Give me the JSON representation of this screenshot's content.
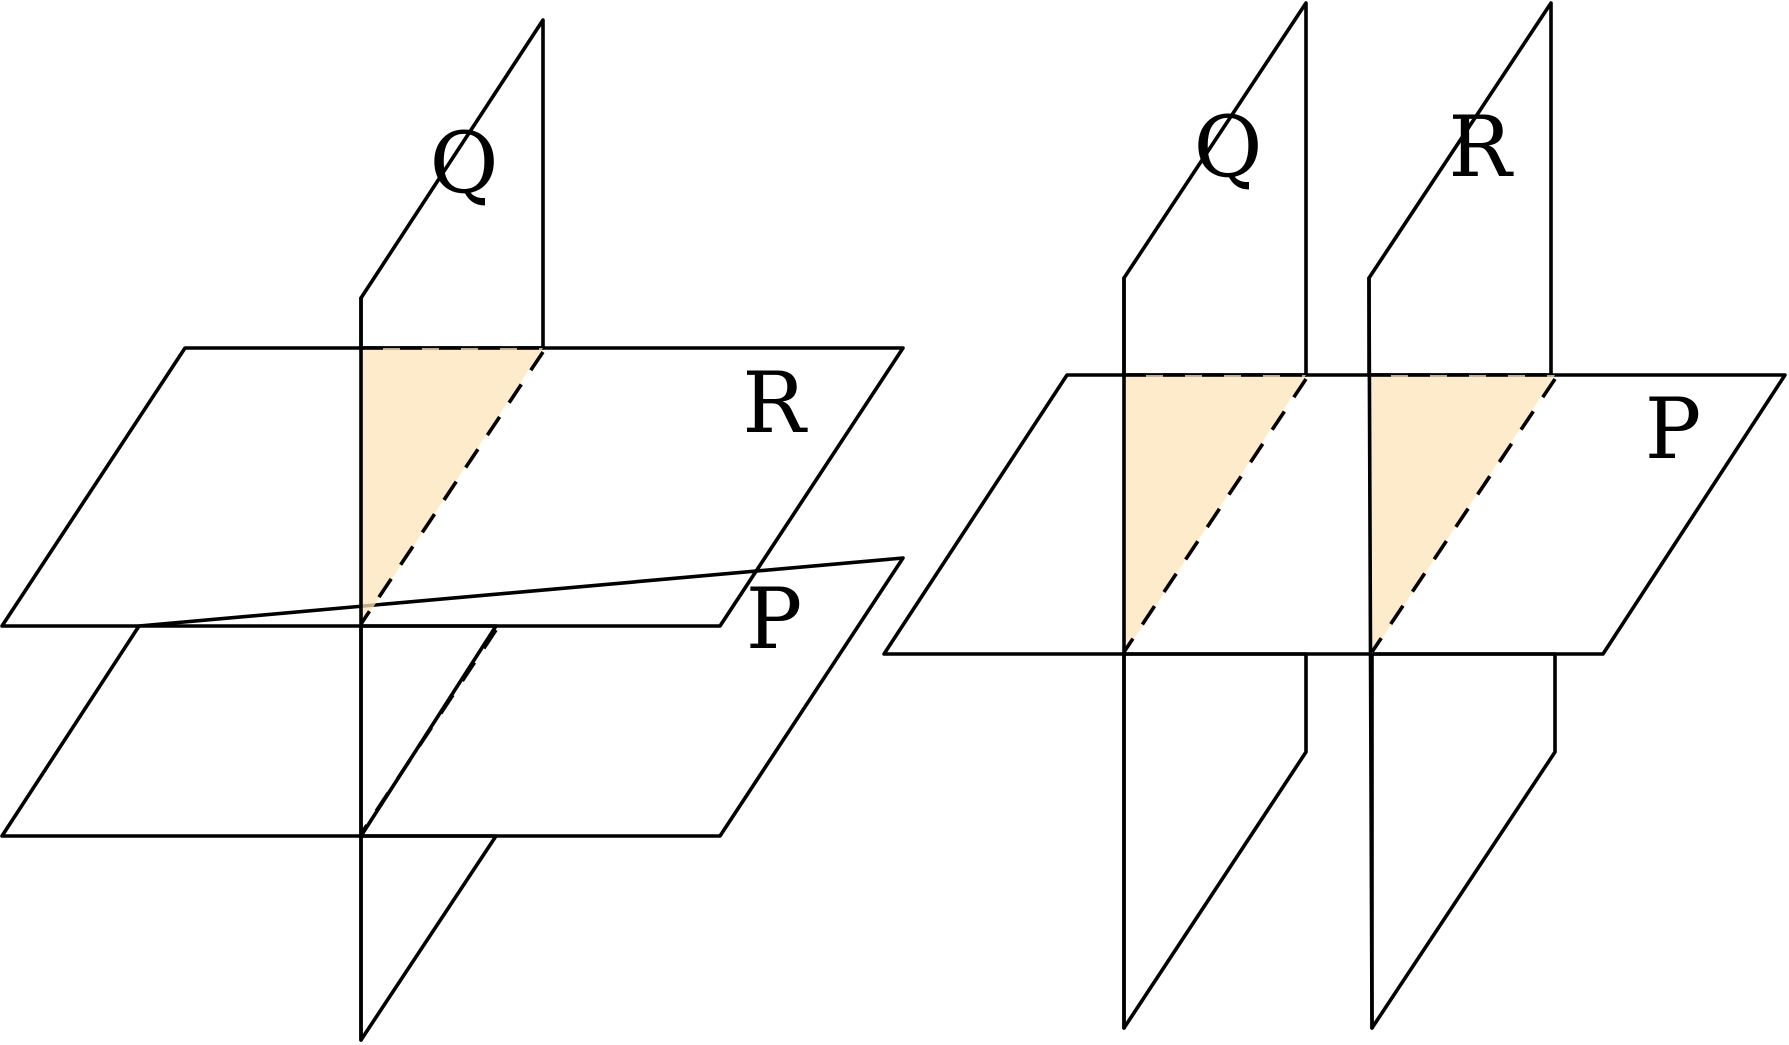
{
  "colors": {
    "vertical_plane_fill": "#fde4bb",
    "horizontal_plane_fill": "#fdf5e6",
    "stroke": "#000000"
  },
  "figures": [
    {
      "description_id": "left",
      "labels": {
        "vertical": "Q",
        "upper_horizontal": "R",
        "lower_horizontal": "P"
      }
    },
    {
      "description_id": "right",
      "labels": {
        "first_vertical": "Q",
        "second_vertical": "R",
        "horizontal": "P"
      }
    }
  ]
}
